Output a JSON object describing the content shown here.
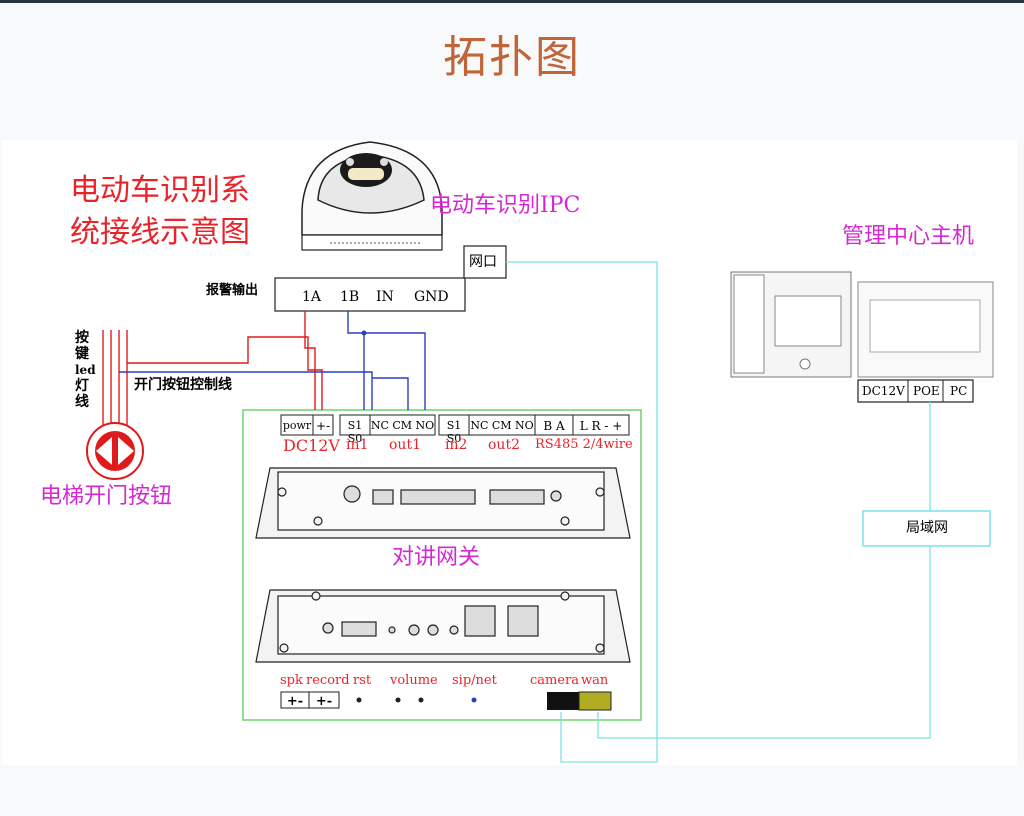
{
  "title": "拓扑图",
  "diagram_title": [
    "电动车识别系",
    "统接线示意图"
  ],
  "ipc": {
    "label": "电动车识别IPC",
    "network_port": "网口",
    "alarm_output_label": "报警输出",
    "terminals": [
      "1A",
      "1B",
      "IN",
      "GND"
    ]
  },
  "host": {
    "label": "管理中心主机",
    "ports": [
      "DC12V",
      "POE",
      "PC"
    ]
  },
  "lan": {
    "label": "局域网"
  },
  "elevator": {
    "wires_label": [
      "按",
      "键",
      "led",
      "灯",
      "线"
    ],
    "control_line_label": "开门按钮控制线",
    "button_label": "电梯开门按钮"
  },
  "gateway": {
    "label": "对讲网关",
    "top_terminals": [
      "powr",
      "+-",
      "S1 S0",
      "NC CM NO",
      "S1 S0",
      "NC CM NO",
      "B A",
      "L R - +"
    ],
    "top_groups": [
      "DC12V",
      "in1",
      "out1",
      "in2",
      "out2",
      "RS485 2/4wire"
    ],
    "bottom_labels": [
      "spk",
      "record",
      "rst",
      "volume",
      "sip/net",
      "camera",
      "wan"
    ],
    "bottom_terminals": [
      "+-",
      "+-"
    ]
  },
  "colors": {
    "title": "#c0653a",
    "red": "#e8242a",
    "magenta": "#d528d3",
    "cyan_line": "#7ee0ea",
    "blue_line": "#2b3fc4",
    "red_line": "#e01a1a",
    "green_border": "#6cd36c",
    "camera_port": "#111111",
    "wan_port": "#b0ad22"
  }
}
